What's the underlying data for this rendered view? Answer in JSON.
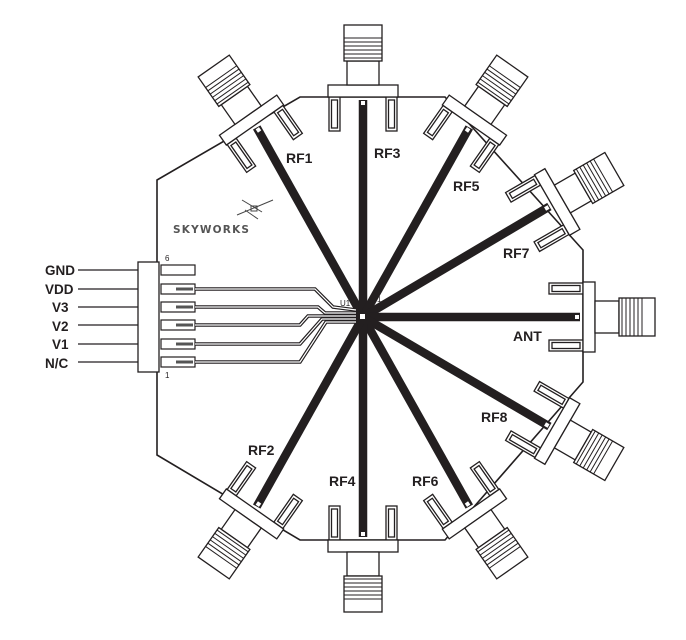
{
  "board": {
    "logo_text": "SKYWORKS",
    "component_label": "U1",
    "pin1_marker": "1",
    "header_pin_top": "6",
    "header_pin_bottom": "1"
  },
  "header_pins": [
    "GND",
    "VDD",
    "V3",
    "V2",
    "V1",
    "N/C"
  ],
  "ports": {
    "rf1": "RF1",
    "rf2": "RF2",
    "rf3": "RF3",
    "rf4": "RF4",
    "rf5": "RF5",
    "rf6": "RF6",
    "rf7": "RF7",
    "rf8": "RF8",
    "ant": "ANT"
  },
  "colors": {
    "ink": "#231f20",
    "background": "#ffffff"
  }
}
